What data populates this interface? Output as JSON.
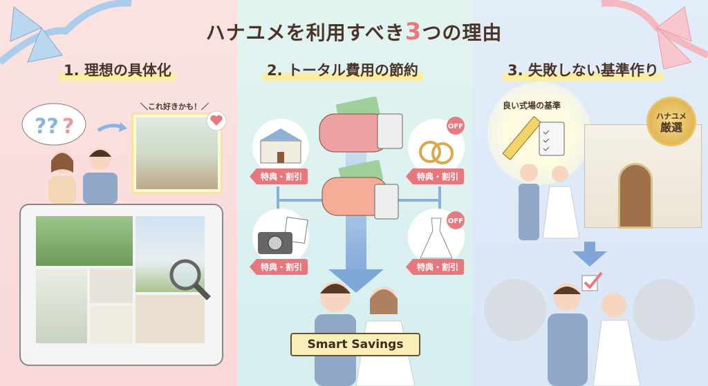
{
  "title": {
    "prefix": "ハナユメを利用すべき",
    "number": "3",
    "suffix": "つの理由"
  },
  "sections": [
    {
      "heading": "1. 理想の具体化",
      "caption": "＼これ好きかも！／"
    },
    {
      "heading": "2. トータル費用の節約",
      "tags": [
        "特典・割引",
        "特典・割引",
        "特典・割引",
        "特典・割引"
      ],
      "off_badges": [
        "OFF",
        "OFF"
      ],
      "banner": "Smart Savings"
    },
    {
      "heading": "3. 失敗しない基準作り",
      "criteria_label": "良い式場の基準",
      "badge_line1": "ハナユメ",
      "badge_line2": "厳選"
    }
  ],
  "colors": {
    "accent": "#e77a80",
    "text": "#4a3428",
    "highlight": "#fbeea0"
  }
}
